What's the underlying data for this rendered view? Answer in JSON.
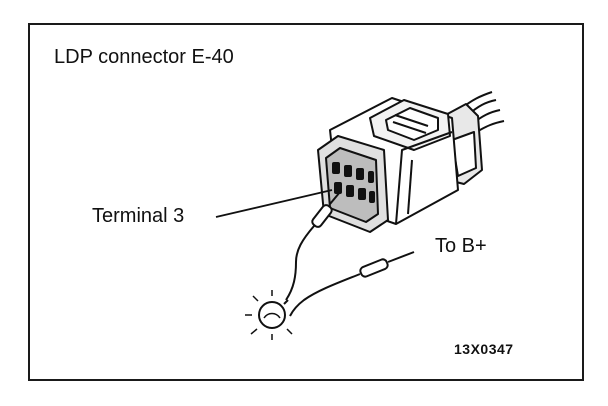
{
  "diagram": {
    "title": "LDP connector E-40",
    "terminal_label": "Terminal 3",
    "supply_label": "To B+",
    "figure_code": "13X0347"
  },
  "components": {
    "connector": "connector",
    "test_lamp": "lamp-icon"
  },
  "colors": {
    "ink": "#111111",
    "background": "#ffffff",
    "shade": "#9a9a9a"
  }
}
